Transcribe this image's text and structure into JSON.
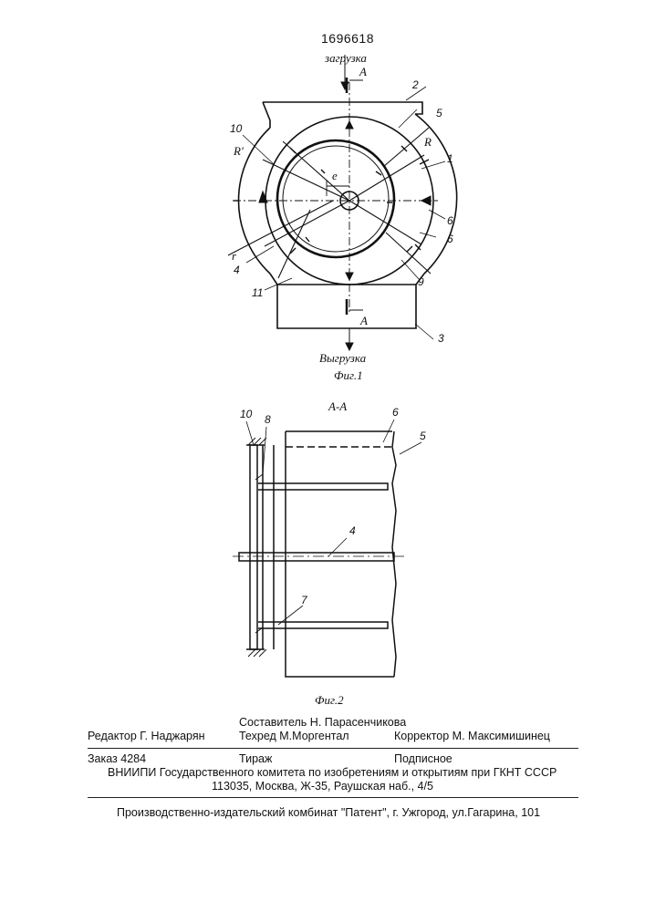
{
  "patent_number": "1696618",
  "fig1": {
    "caption": "Фиг.1",
    "loading_label": "загрузка",
    "unloading_label": "Выгрузка",
    "section_mark": "А",
    "dim_R_prime": "R'",
    "dim_R": "R",
    "dim_r": "r",
    "dim_e": "e",
    "part_labels": [
      "1",
      "2",
      "3",
      "4",
      "5",
      "6",
      "6",
      "9",
      "10",
      "11"
    ]
  },
  "fig2": {
    "caption": "Фиг.2",
    "section_title": "А-А",
    "part_labels": [
      "10",
      "8",
      "6",
      "5",
      "4",
      "7"
    ]
  },
  "imprint": {
    "compiler": "Составитель  Н. Парасенчикова",
    "editor": "Редактор  Г. Наджарян",
    "techred": "Техред М.Моргентал",
    "corrector": "Корректор   М. Максимишинец",
    "order": "Заказ  4284",
    "circulation": "Тираж",
    "subscription": "Подписное",
    "institute": "ВНИИПИ Государственного комитета по изобретениям и открытиям при ГКНТ СССР",
    "address": "113035, Москва, Ж-35, Раушская наб., 4/5",
    "publisher": "Производственно-издательский комбинат \"Патент\", г. Ужгород, ул.Гагарина, 101"
  }
}
